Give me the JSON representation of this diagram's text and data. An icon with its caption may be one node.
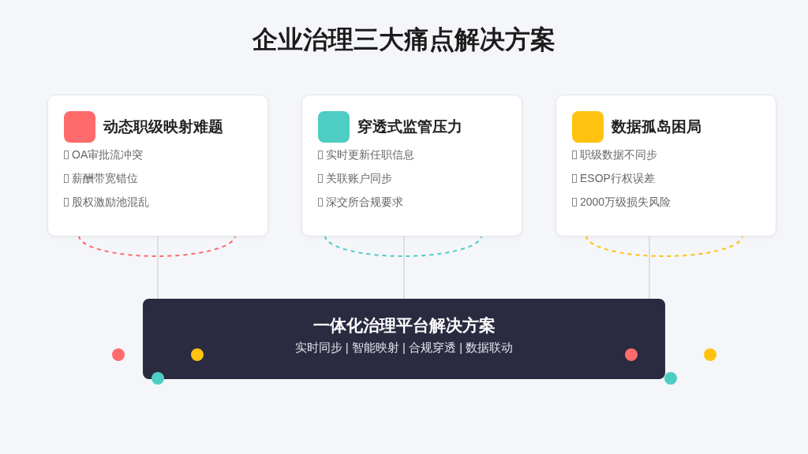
{
  "diagram": {
    "title": "企业治理三大痛点解决方案",
    "nodes": [
      {
        "text": [
          "动态职级映射难题",
          "OA审批流冲突",
          "薪酬带宽错位",
          "股权激励池混乱"
        ]
      },
      {
        "text": [
          "穿透式监管压力",
          "实时更新任职信息",
          "关联账户同步",
          "深交所合规要求"
        ]
      },
      {
        "text": [
          "数据孤岛困局",
          "职级数据不同步",
          "ESOP行权误差",
          "2000万级损失风险"
        ]
      },
      {
        "text": [
          "一体化治理平台解决方案",
          "实时同步 | 智能映射 | 合规穿透 | 数据联动"
        ]
      }
    ],
    "edges": [
      {
        "from": 0,
        "to": 3,
        "arrow": "none"
      },
      {
        "from": 1,
        "to": 3,
        "arrow": "none"
      },
      {
        "from": 2,
        "to": 3,
        "arrow": "none"
      }
    ]
  }
}
